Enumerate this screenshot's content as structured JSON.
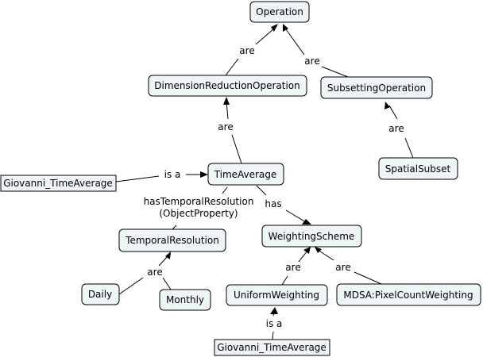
{
  "nodes": {
    "operation": "Operation",
    "dimension_reduction": "DimensionReductionOperation",
    "subsetting": "SubsettingOperation",
    "spatial_subset": "SpatialSubset",
    "time_average": "TimeAverage",
    "giovanni_top": "Giovanni_TimeAverage",
    "temporal_resolution": "TemporalResolution",
    "weighting_scheme": "WeightingScheme",
    "daily": "Daily",
    "monthly": "Monthly",
    "uniform_weighting": "UniformWeighting",
    "pixel_count_weighting": "MDSA:PixelCountWeighting",
    "giovanni_bottom": "Giovanni_TimeAverage"
  },
  "edges": {
    "dimred_are": "are",
    "subsetting_are": "are",
    "spatial_are": "are",
    "timeavg_are": "are",
    "isa_top": "is a",
    "temporal_line1": "hasTemporalResolution",
    "temporal_line2": "(ObjectProperty)",
    "has": "has",
    "daily_monthly_are": "are",
    "uniform_are": "are",
    "pixel_are": "are",
    "isa_bottom": "is a"
  }
}
